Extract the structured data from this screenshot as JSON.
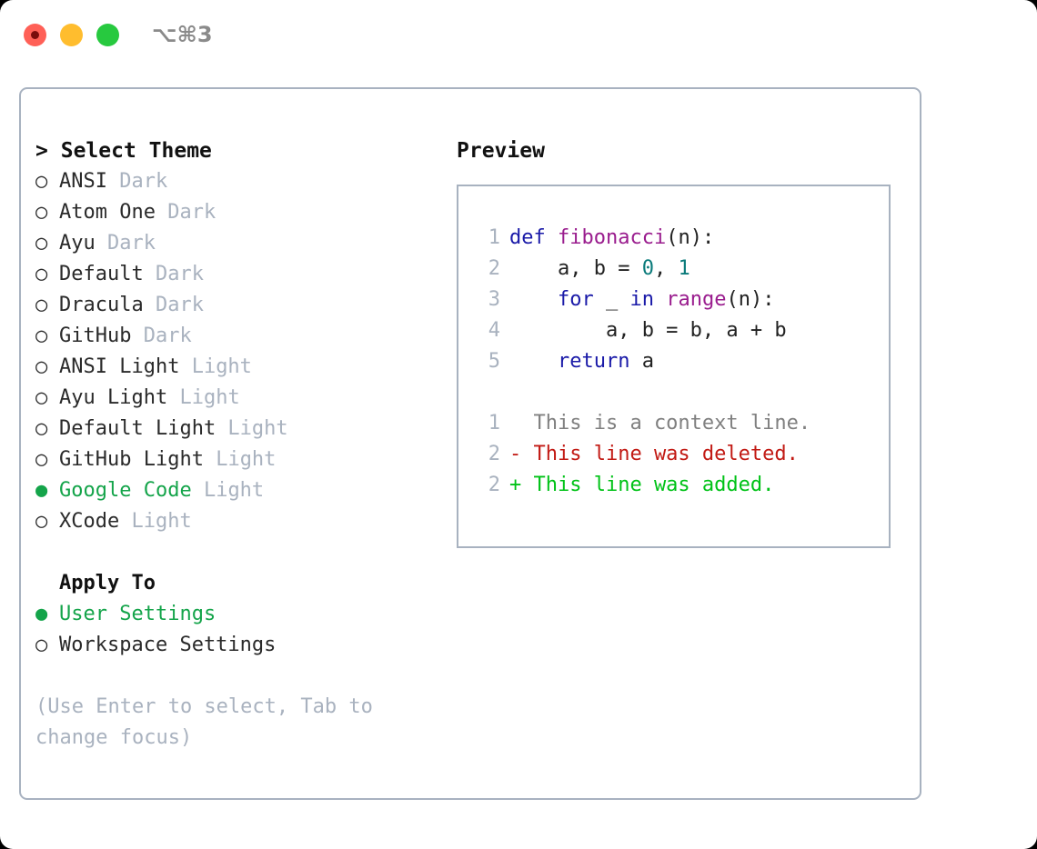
{
  "titlebar": {
    "shortcut": "⌥⌘3",
    "buttons": [
      {
        "name": "close",
        "color": "#FF6057"
      },
      {
        "name": "minimize",
        "color": "#FFBD2E"
      },
      {
        "name": "maximize",
        "color": "#27C93F"
      }
    ]
  },
  "theme_picker": {
    "heading": "Select Theme",
    "caret": ">",
    "marker_unselected": "○",
    "marker_selected": "●",
    "items": [
      {
        "label": "ANSI",
        "tag": "Dark",
        "selected": false
      },
      {
        "label": "Atom One",
        "tag": "Dark",
        "selected": false
      },
      {
        "label": "Ayu",
        "tag": "Dark",
        "selected": false
      },
      {
        "label": "Default",
        "tag": "Dark",
        "selected": false
      },
      {
        "label": "Dracula",
        "tag": "Dark",
        "selected": false
      },
      {
        "label": "GitHub",
        "tag": "Dark",
        "selected": false
      },
      {
        "label": "ANSI Light",
        "tag": "Light",
        "selected": false
      },
      {
        "label": "Ayu Light",
        "tag": "Light",
        "selected": false
      },
      {
        "label": "Default Light",
        "tag": "Light",
        "selected": false
      },
      {
        "label": "GitHub Light",
        "tag": "Light",
        "selected": false
      },
      {
        "label": "Google Code",
        "tag": "Light",
        "selected": true
      },
      {
        "label": "XCode",
        "tag": "Light",
        "selected": false
      }
    ]
  },
  "apply_to": {
    "heading": "Apply To",
    "items": [
      {
        "label": "User Settings",
        "selected": true
      },
      {
        "label": "Workspace Settings",
        "selected": false
      }
    ]
  },
  "hint": "(Use Enter to select, Tab to change focus)",
  "preview": {
    "heading": "Preview",
    "code_lines": [
      {
        "num": "1",
        "tokens": [
          {
            "t": "def",
            "c": "kw"
          },
          {
            "t": " ",
            "c": "pl"
          },
          {
            "t": "fibonacci",
            "c": "fn"
          },
          {
            "t": "(n):",
            "c": "pl"
          }
        ]
      },
      {
        "num": "2",
        "tokens": [
          {
            "t": "    a, b = ",
            "c": "pl"
          },
          {
            "t": "0",
            "c": "num"
          },
          {
            "t": ", ",
            "c": "pl"
          },
          {
            "t": "1",
            "c": "num"
          }
        ]
      },
      {
        "num": "3",
        "tokens": [
          {
            "t": "    ",
            "c": "pl"
          },
          {
            "t": "for",
            "c": "kw"
          },
          {
            "t": " _ ",
            "c": "pl"
          },
          {
            "t": "in",
            "c": "kw"
          },
          {
            "t": " ",
            "c": "pl"
          },
          {
            "t": "range",
            "c": "fn"
          },
          {
            "t": "(n):",
            "c": "pl"
          }
        ]
      },
      {
        "num": "4",
        "tokens": [
          {
            "t": "        a, b = b, a + b",
            "c": "pl"
          }
        ]
      },
      {
        "num": "5",
        "tokens": [
          {
            "t": "    ",
            "c": "pl"
          },
          {
            "t": "return",
            "c": "kw"
          },
          {
            "t": " a",
            "c": "pl"
          }
        ]
      }
    ],
    "diff_lines": [
      {
        "num": "1",
        "sign": "  ",
        "text": "This is a context line.",
        "kind": "ctx"
      },
      {
        "num": "2",
        "sign": "- ",
        "text": "This line was deleted.",
        "kind": "del"
      },
      {
        "num": "2",
        "sign": "+ ",
        "text": "This line was added.",
        "kind": "add"
      }
    ]
  },
  "colors": {
    "accent_green": "#14A44A",
    "border": "#A8B2C0",
    "muted": "#A9B2BF",
    "keyword": "#1A1AA8",
    "function": "#9A1D8E",
    "number": "#0B7B7B",
    "diff_deleted": "#C21A14",
    "diff_added": "#00C217",
    "diff_context": "#808080"
  }
}
